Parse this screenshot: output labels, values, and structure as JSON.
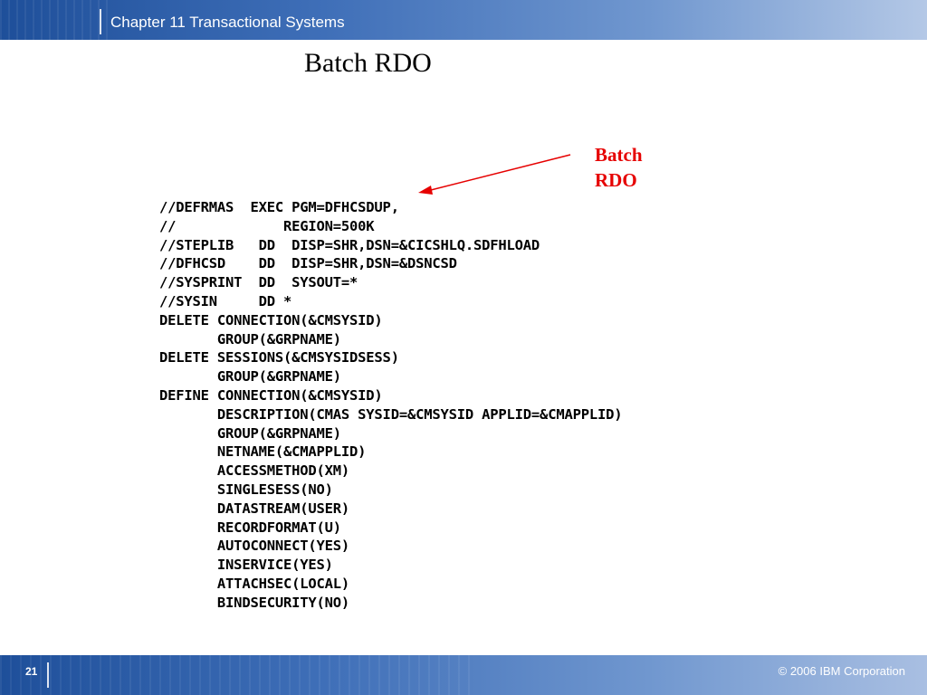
{
  "header": {
    "title": "Chapter 11 Transactional Systems"
  },
  "slide": {
    "title": "Batch RDO",
    "callout": {
      "line1": "Batch",
      "line2": "RDO",
      "color": "#e60000"
    },
    "code_lines": [
      "//DEFRMAS  EXEC PGM=DFHCSDUP,",
      "//             REGION=500K",
      "//STEPLIB   DD  DISP=SHR,DSN=&CICSHLQ.SDFHLOAD",
      "//DFHCSD    DD  DISP=SHR,DSN=&DSNCSD",
      "//SYSPRINT  DD  SYSOUT=*",
      "//SYSIN     DD *",
      "DELETE CONNECTION(&CMSYSID)",
      "       GROUP(&GRPNAME)",
      "DELETE SESSIONS(&CMSYSIDSESS)",
      "       GROUP(&GRPNAME)",
      "DEFINE CONNECTION(&CMSYSID)",
      "       DESCRIPTION(CMAS SYSID=&CMSYSID APPLID=&CMAPPLID)",
      "       GROUP(&GRPNAME)",
      "       NETNAME(&CMAPPLID)",
      "       ACCESSMETHOD(XM)",
      "       SINGLESESS(NO)",
      "       DATASTREAM(USER)",
      "       RECORDFORMAT(U)",
      "       AUTOCONNECT(YES)",
      "       INSERVICE(YES)",
      "       ATTACHSEC(LOCAL)",
      "       BINDSECURITY(NO)"
    ]
  },
  "footer": {
    "page_number": "21",
    "copyright": "© 2006 IBM Corporation"
  }
}
